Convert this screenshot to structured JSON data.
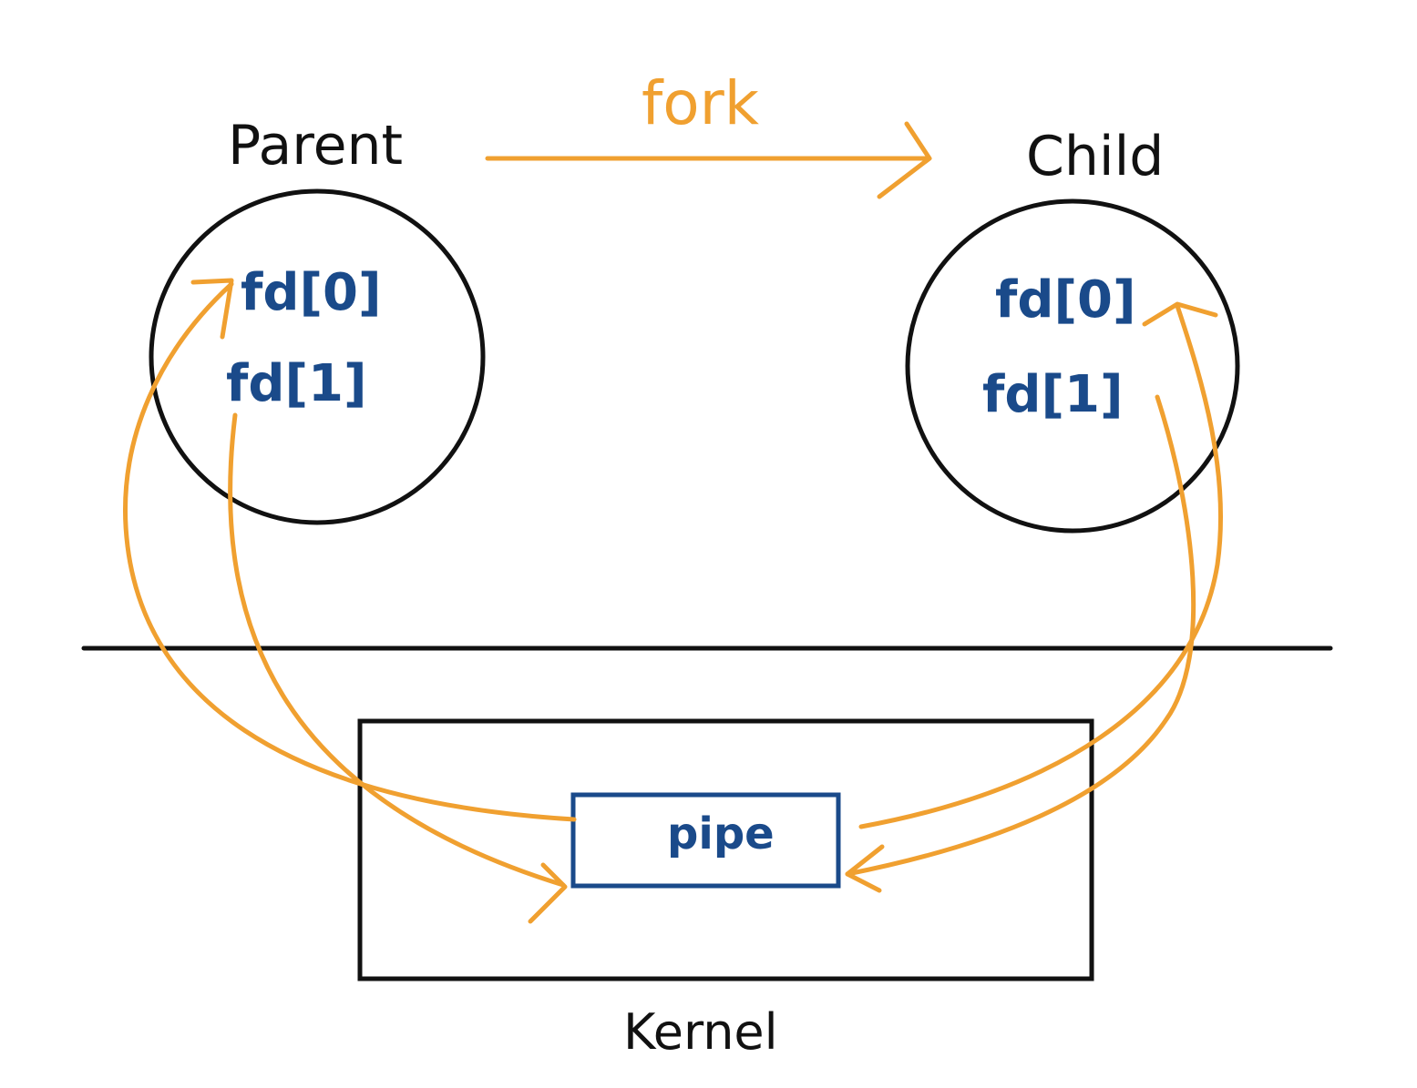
{
  "colors": {
    "ink": "#111111",
    "orange": "#f0a030",
    "blue": "#1a4a8a"
  },
  "labels": {
    "parent": "Parent",
    "child": "Child",
    "fork": "fork",
    "kernel": "Kernel",
    "pipe": "pipe"
  },
  "parent_fds": {
    "fd0": "fd[0]",
    "fd1": "fd[1]"
  },
  "child_fds": {
    "fd0": "fd[0]",
    "fd1": "fd[1]"
  }
}
